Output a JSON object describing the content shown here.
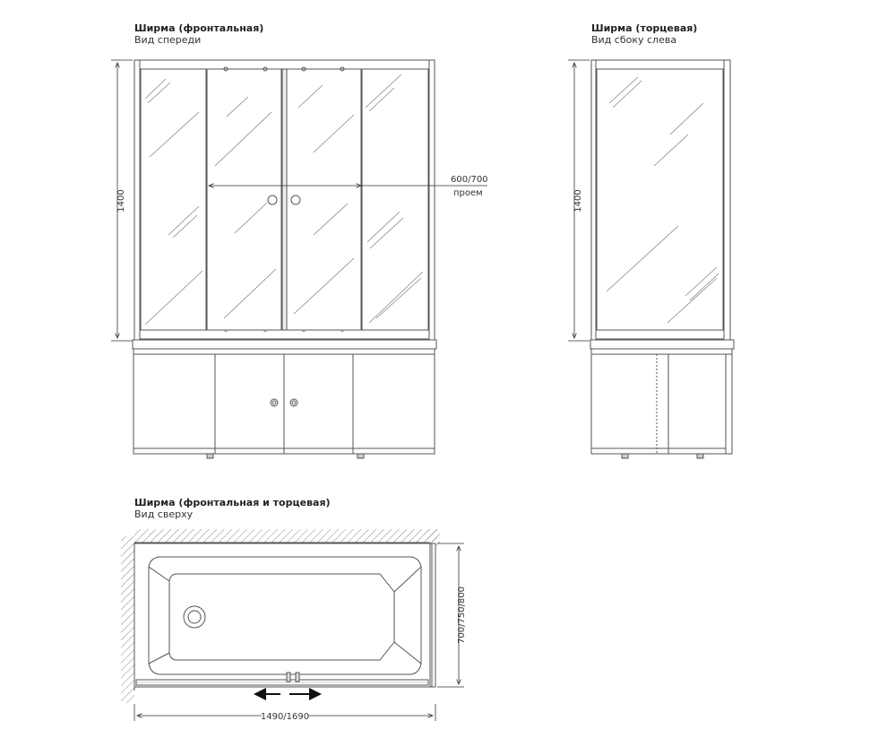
{
  "front_view": {
    "title": "Ширма (фронтальная)",
    "subtitle": "Вид спереди",
    "height_dim": "1400",
    "opening_value": "600/700",
    "opening_label": "проем"
  },
  "side_view": {
    "title": "Ширма (торцевая)",
    "subtitle": "Вид сбоку слева",
    "height_dim": "1400"
  },
  "top_view": {
    "title": "Ширма (фронтальная и торцевая)",
    "subtitle": "Вид сверху",
    "width_dim": "700/750/800",
    "length_dim": "1490/1690"
  }
}
